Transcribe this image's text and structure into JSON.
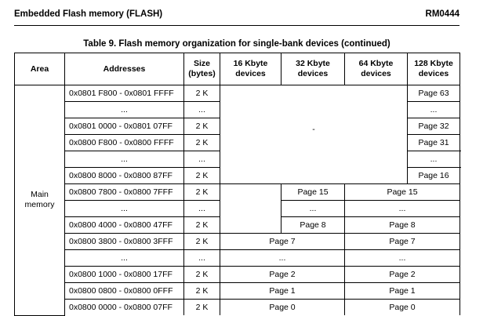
{
  "header": {
    "left": "Embedded Flash memory (FLASH)",
    "right": "RM0444"
  },
  "caption": "Table 9. Flash memory organization for single-bank devices (continued)",
  "columns": {
    "area": "Area",
    "addresses": "Addresses",
    "size": "Size (bytes)",
    "k16": "16 Kbyte devices",
    "k32": "32 Kbyte devices",
    "k64": "64 Kbyte devices",
    "k128": "128 Kbyte devices"
  },
  "area_label": "Main memory",
  "dash": "-",
  "rows": [
    {
      "addr": "0x0801 F800 - 0x0801 FFFF",
      "size": "2 K",
      "p128": "Page 63"
    },
    {
      "addr": "...",
      "size": "...",
      "p128": "..."
    },
    {
      "addr": "0x0801 0000 - 0x0801 07FF",
      "size": "2 K",
      "p128": "Page 32"
    },
    {
      "addr": "0x0800 F800 - 0x0800 FFFF",
      "size": "2 K",
      "p64": "Page 31"
    },
    {
      "addr": "...",
      "size": "...",
      "p64": "..."
    },
    {
      "addr": "0x0800 8000 - 0x0800 87FF",
      "size": "2 K",
      "p64": "Page 16"
    },
    {
      "addr": "0x0800 7800 - 0x0800 7FFF",
      "size": "2 K",
      "p32": "Page 15",
      "p64": "Page 15"
    },
    {
      "addr": "...",
      "size": "...",
      "p32": "...",
      "p64": "..."
    },
    {
      "addr": "0x0800 4000 - 0x0800 47FF",
      "size": "2 K",
      "p32": "Page 8",
      "p64": "Page 8"
    },
    {
      "addr": "0x0800 3800 - 0x0800 3FFF",
      "size": "2 K",
      "p16": "Page 7",
      "p64": "Page 7"
    },
    {
      "addr": "...",
      "size": "...",
      "p16": "...",
      "p64": "..."
    },
    {
      "addr": "0x0800 1000 - 0x0800 17FF",
      "size": "2 K",
      "p16": "Page 2",
      "p64": "Page 2"
    },
    {
      "addr": "0x0800 0800 - 0x0800 0FFF",
      "size": "2 K",
      "p16": "Page 1",
      "p64": "Page 1"
    },
    {
      "addr": "0x0800 0000 - 0x0800 07FF",
      "size": "2 K",
      "p16": "Page 0",
      "p64": "Page 0"
    }
  ]
}
